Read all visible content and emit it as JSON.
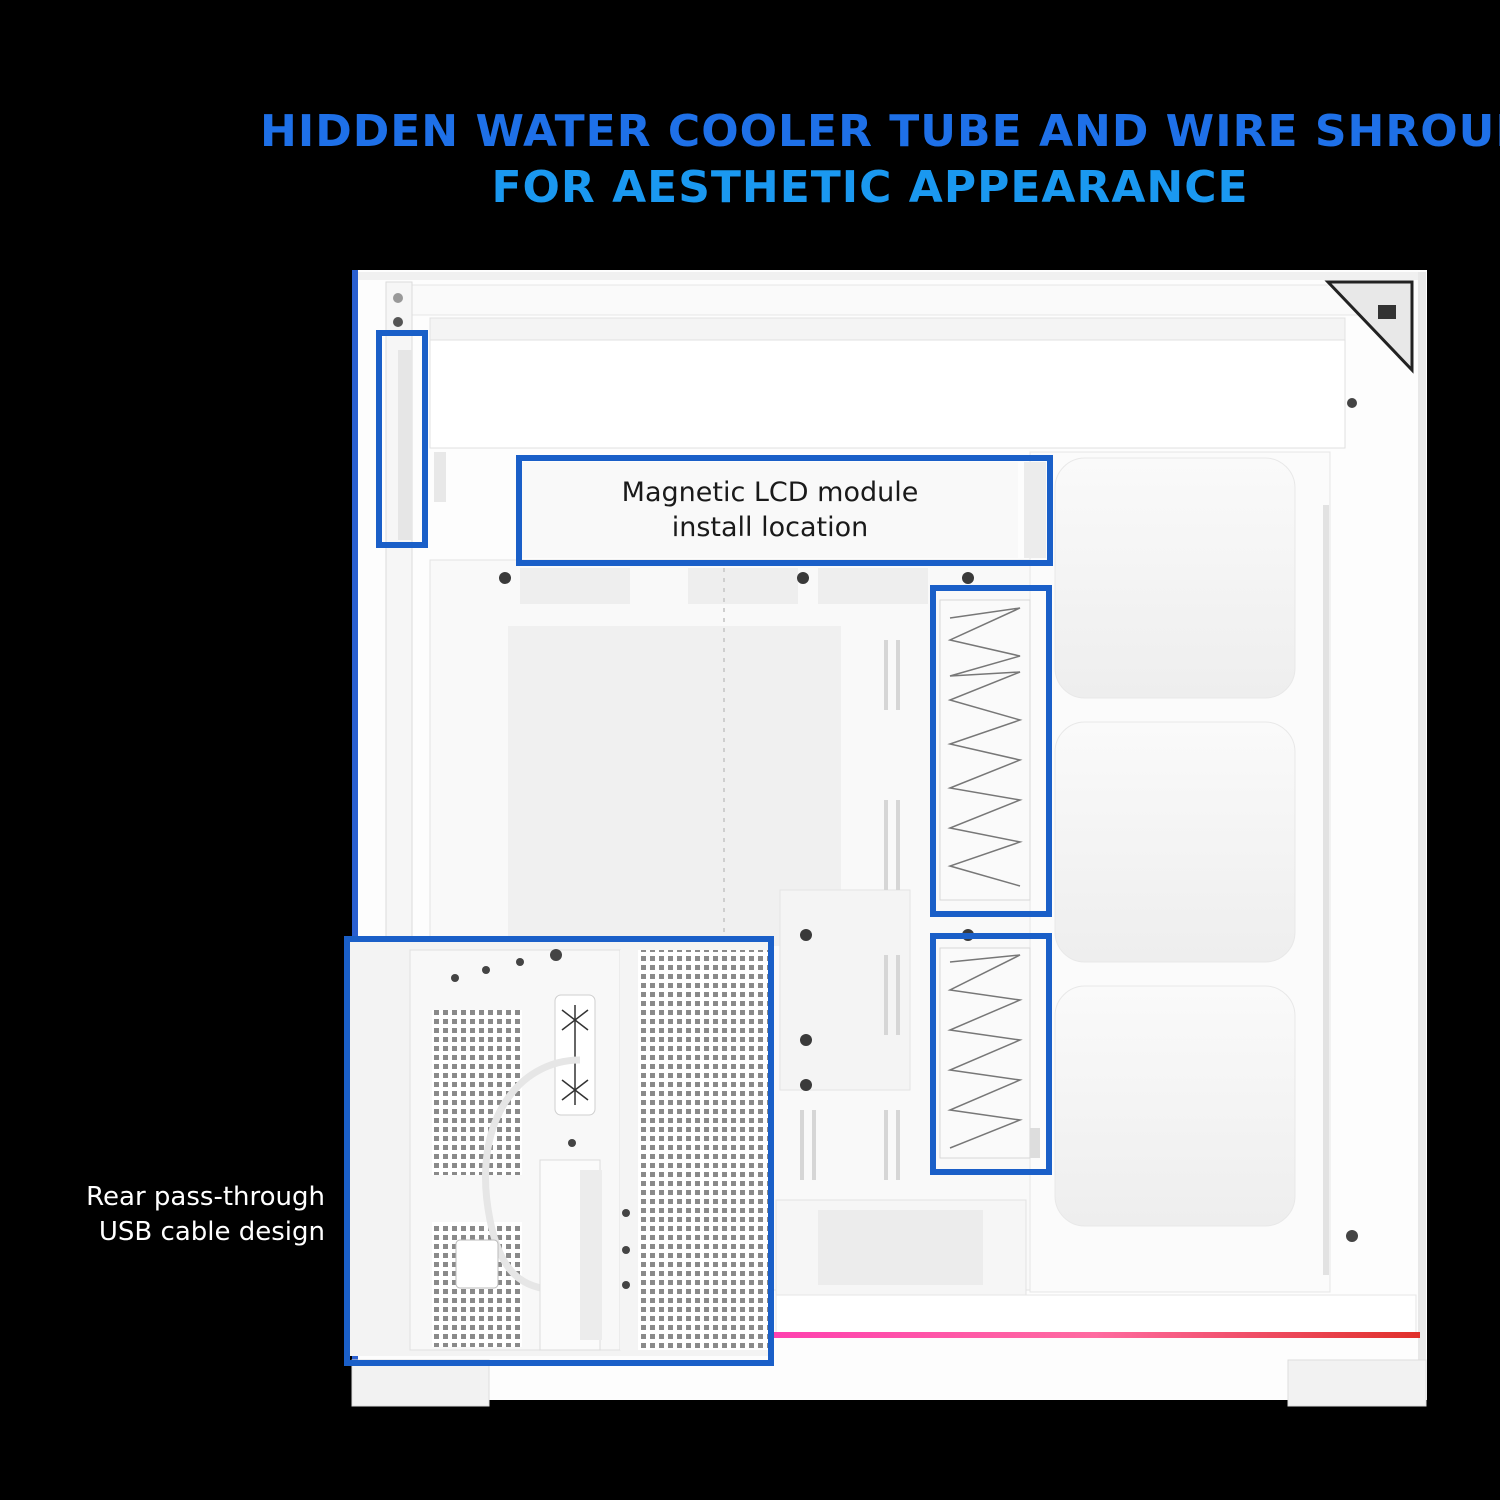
{
  "headline": {
    "line1": "HIDDEN WATER COOLER TUBE AND WIRE SHROUD",
    "line2": "FOR AESTHETIC APPEARANCE",
    "color_start": "#1e6fe6",
    "color_end": "#1aa4f0"
  },
  "callouts": {
    "lcd_module": {
      "line1": "Magnetic LCD module",
      "line2": "install location"
    },
    "rear_usb": {
      "line1": "Rear pass-through",
      "line2": "USB cable design"
    }
  },
  "colors": {
    "background": "#000000",
    "case_body": "#ffffff",
    "callout_border": "#1a5fc8",
    "rgb_strip": "#d02ab0"
  }
}
